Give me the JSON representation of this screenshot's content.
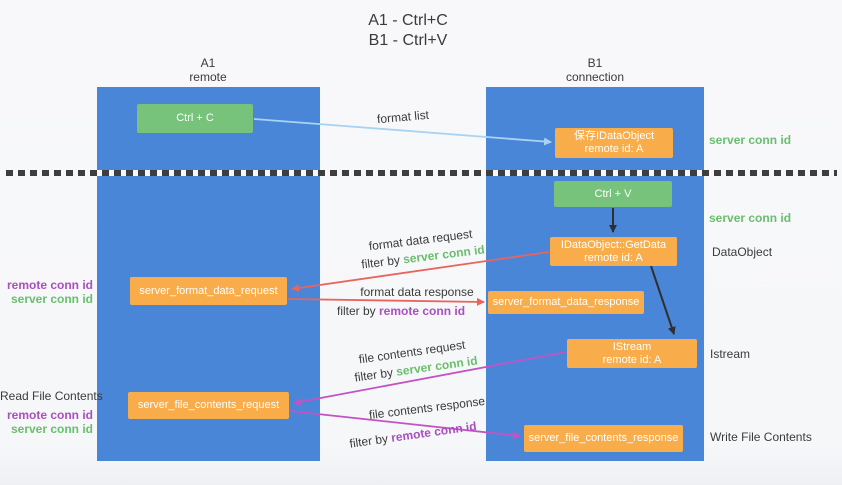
{
  "title": {
    "line1": "A1 - Ctrl+C",
    "line2": "B1 - Ctrl+V"
  },
  "lanes": {
    "left": {
      "name": "A1",
      "role": "remote"
    },
    "right": {
      "name": "B1",
      "role": "connection"
    }
  },
  "nodes": {
    "ctrl_c": {
      "label": "Ctrl + C"
    },
    "save_dataobject": {
      "line1": "保存IDataObject",
      "line2": "remote id: A"
    },
    "ctrl_v": {
      "label": "Ctrl + V"
    },
    "getdata": {
      "line1": "IDataObject::GetData",
      "line2": "remote id: A"
    },
    "format_request": {
      "label": "server_format_data_request"
    },
    "format_response": {
      "label": "server_format_data_response"
    },
    "istream": {
      "line1": "IStream",
      "line2": "remote id: A"
    },
    "file_request": {
      "label": "server_file_contents_request"
    },
    "file_response": {
      "label": "server_file_contents_response"
    }
  },
  "edges": {
    "format_list": {
      "label": "format list"
    },
    "format_data_request": {
      "label": "format data request",
      "filter_prefix": "filter by ",
      "filter_key": "server conn id"
    },
    "format_data_response": {
      "label": "format data response",
      "filter_prefix": "filter by ",
      "filter_key": "remote conn id"
    },
    "file_contents_request": {
      "label": "file contents request",
      "filter_prefix": "filter by ",
      "filter_key": "server conn id"
    },
    "file_contents_response": {
      "label": "file contents response",
      "filter_prefix": "filter by ",
      "filter_key": "remote conn id"
    }
  },
  "side_labels": {
    "server_conn_id_top": "server conn id",
    "server_conn_id_mid": "server conn id",
    "dataobject": "DataObject",
    "istream": "Istream",
    "write_file_contents": "Write File Contents",
    "read_file_contents": "Read File Contents",
    "format_pair": {
      "remote": "remote conn id",
      "server": "server conn id"
    },
    "file_pair": {
      "remote": "remote conn id",
      "server": "server conn id"
    }
  },
  "colors": {
    "lane_blue": "#4a86d8",
    "node_green": "#77c37c",
    "node_orange": "#f8ad4a",
    "arrow_blue": "#a9d3f2",
    "arrow_black": "#2f2f2f",
    "arrow_red": "#e8645c",
    "arrow_magenta": "#c353c3",
    "text_dark": "#3b3b3b",
    "text_green": "#6abe6e",
    "text_purple": "#a94fc0",
    "divider_dark": "#3e3e3e",
    "background": "#f8f8fa"
  }
}
